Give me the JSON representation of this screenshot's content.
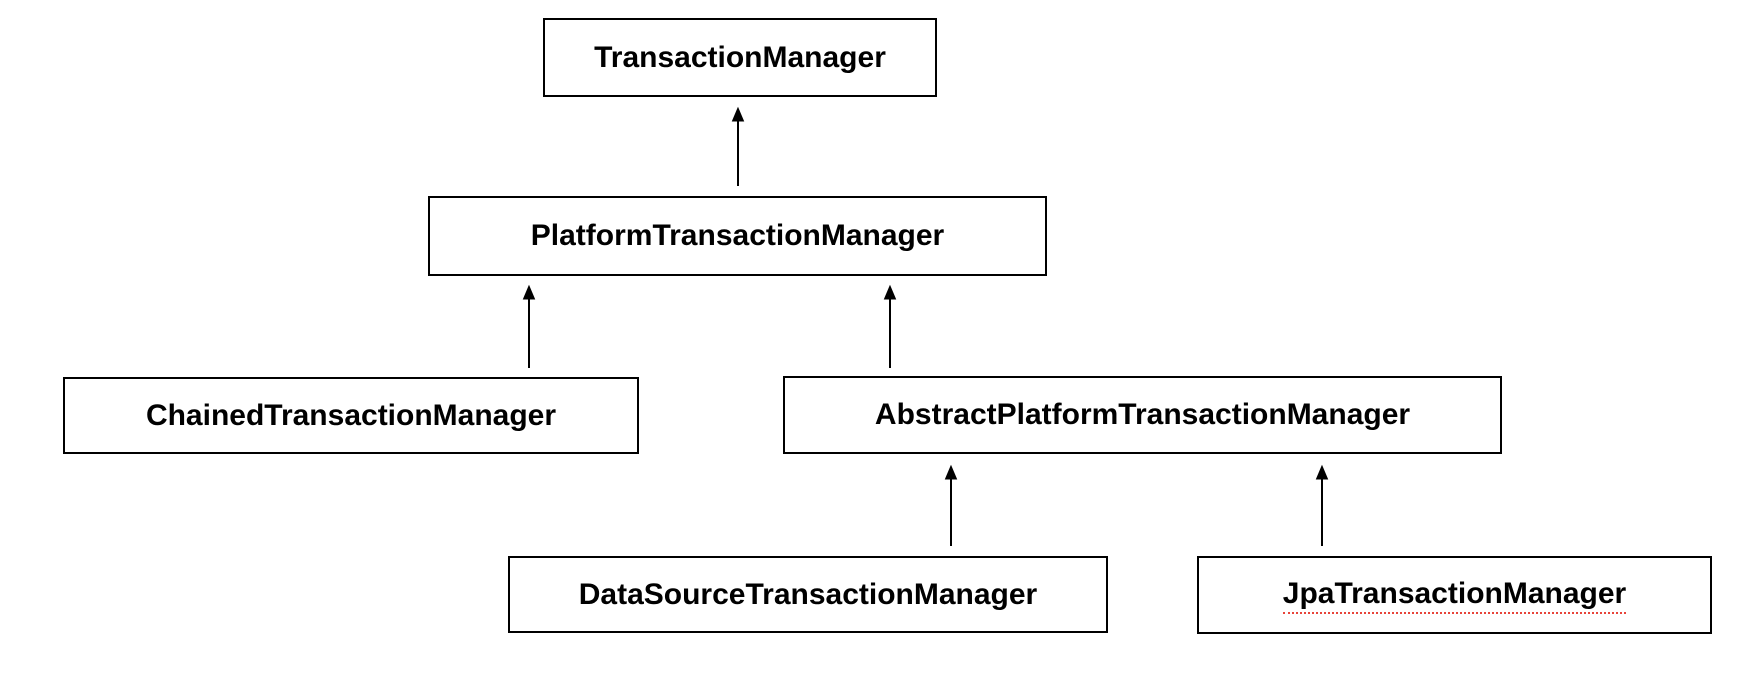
{
  "diagram": {
    "kind": "class-inheritance-hierarchy",
    "background_color": "#ffffff",
    "box_fill_color": "#ffffff",
    "box_border_color": "#000000",
    "text_color": "#000000",
    "arrow_color": "#000000",
    "spellcheck_underline_color": "#e8443a",
    "nodes": [
      {
        "label": "TransactionManager"
      },
      {
        "label": "PlatformTransactionManager"
      },
      {
        "label": "ChainedTransactionManager"
      },
      {
        "label": "AbstractPlatformTransactionManager"
      },
      {
        "label": "DataSourceTransactionManager"
      },
      {
        "label": "JpaTransactionManager",
        "spellcheck_underline": true
      }
    ],
    "edges": [
      {
        "from": "PlatformTransactionManager",
        "to": "TransactionManager"
      },
      {
        "from": "ChainedTransactionManager",
        "to": "PlatformTransactionManager"
      },
      {
        "from": "AbstractPlatformTransactionManager",
        "to": "PlatformTransactionManager"
      },
      {
        "from": "DataSourceTransactionManager",
        "to": "AbstractPlatformTransactionManager"
      },
      {
        "from": "JpaTransactionManager",
        "to": "AbstractPlatformTransactionManager"
      }
    ]
  }
}
